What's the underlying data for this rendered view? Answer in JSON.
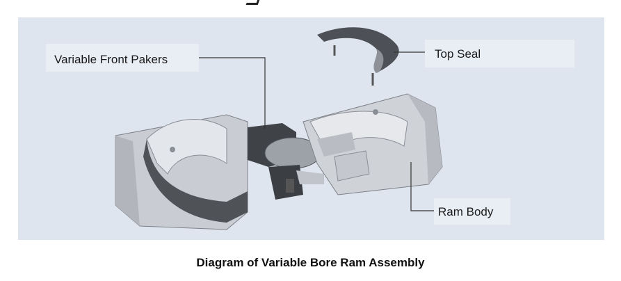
{
  "labels": {
    "variable_front_packers": "Variable Front Pakers",
    "top_seal": "Top Seal",
    "ram_body": "Ram Body"
  },
  "caption": "Diagram of Variable Bore Ram Assembly",
  "colors": {
    "panel_background": "#dfe5ef",
    "metal_light": "#d9dce1",
    "metal_mid": "#a9adb3",
    "metal_dark": "#4a4d52",
    "leader_line": "#333333"
  }
}
